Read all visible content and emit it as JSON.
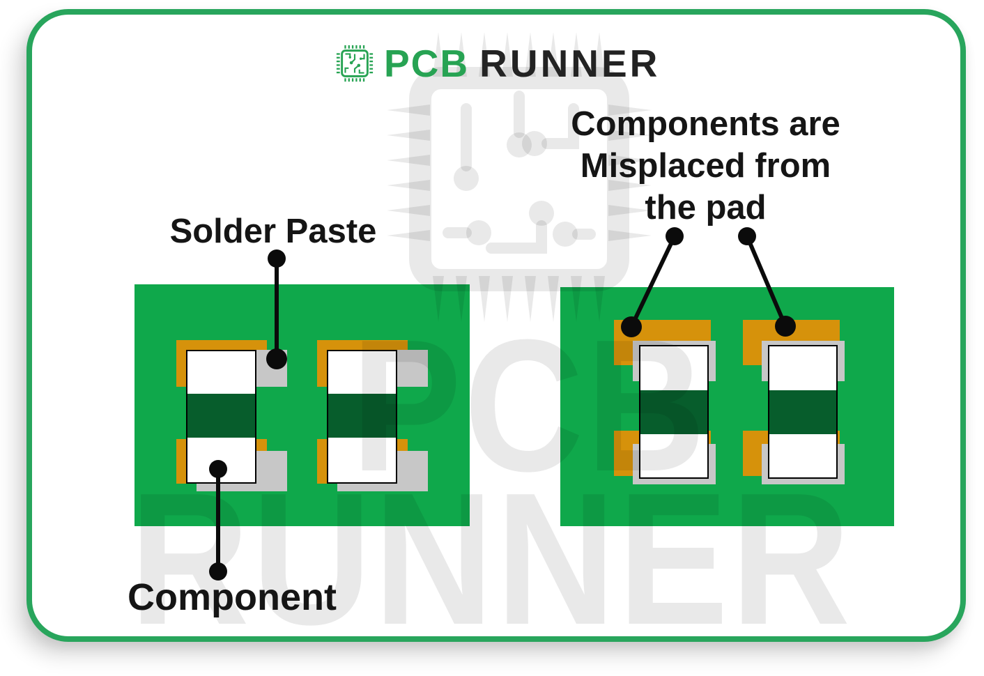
{
  "logo": {
    "text_primary": "PCB",
    "text_secondary": "RUNNER"
  },
  "watermark": {
    "big_text_line1": "PCB",
    "big_text_line2": "RUNNER"
  },
  "annotations": {
    "solder_paste_label": "Solder Paste",
    "component_label": "Component",
    "misplaced_label_lines": [
      "Components are",
      "Misplaced from",
      "the pad"
    ]
  },
  "colors": {
    "card_border": "#28a55c",
    "board_green": "#0fa84b",
    "pad_orange": "#d6920b",
    "paste_gray": "#c7c7c7",
    "band_green": "#075d2c",
    "body_white": "#ffffff",
    "label_black": "#151515",
    "logo_green": "#27a353",
    "logo_dark": "#232323"
  }
}
